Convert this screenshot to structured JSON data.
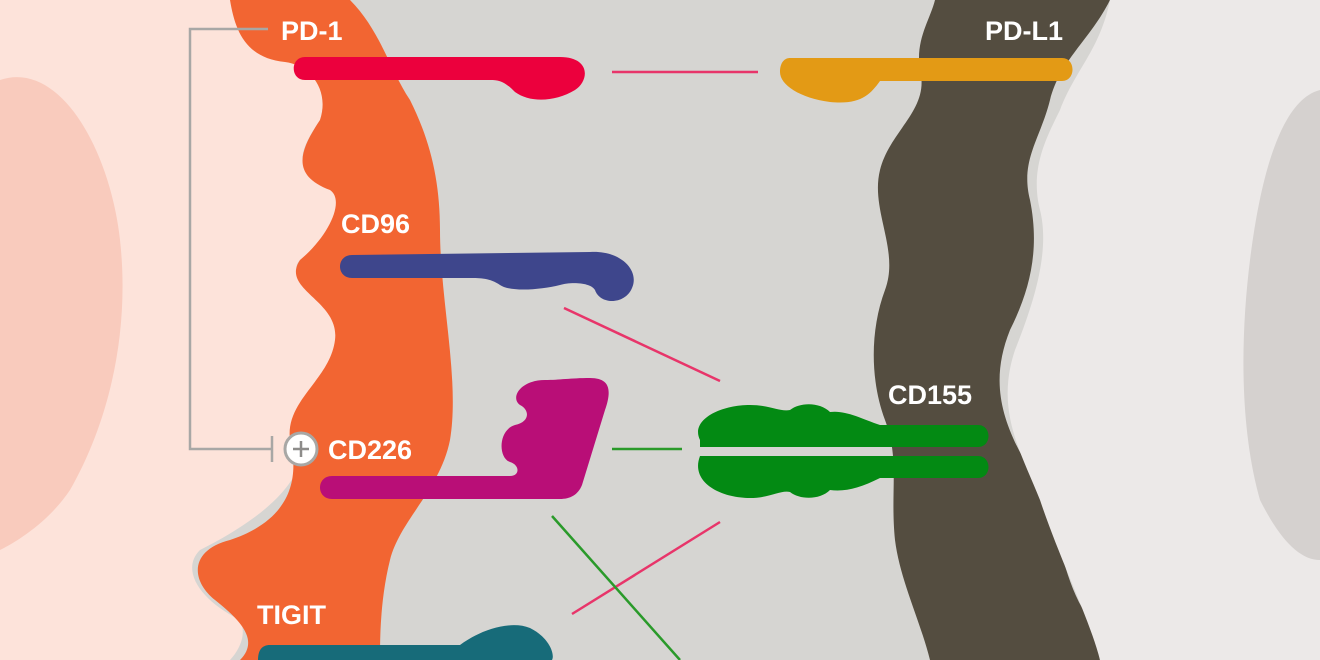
{
  "labels": {
    "pd1": "PD-1",
    "pdl1": "PD-L1",
    "cd96": "CD96",
    "cd226": "CD226",
    "cd155": "CD155",
    "tigit": "TIGIT"
  },
  "icons": {
    "cd226_activation": "plus-circle-icon",
    "pd1_inhibition_bracket": "inhibition-bracket-icon"
  },
  "colors": {
    "t_cell_cytoplasm": "#fde3da",
    "t_cell_blob": "#f9cbbd",
    "t_cell_membrane": "#f26532",
    "synapse": "#d6d5d2",
    "apc_membrane": "#544d40",
    "apc_cytoplasm": "#ece9e8",
    "apc_blob": "#d5d1cf",
    "pd1": "#ec003d",
    "pdl1": "#e39a15",
    "cd96": "#3e468c",
    "cd226": "#b90e77",
    "cd155": "#038a13",
    "tigit": "#176b79",
    "inhibit_line": "#e8356a",
    "activate_line": "#2a9a2a"
  }
}
